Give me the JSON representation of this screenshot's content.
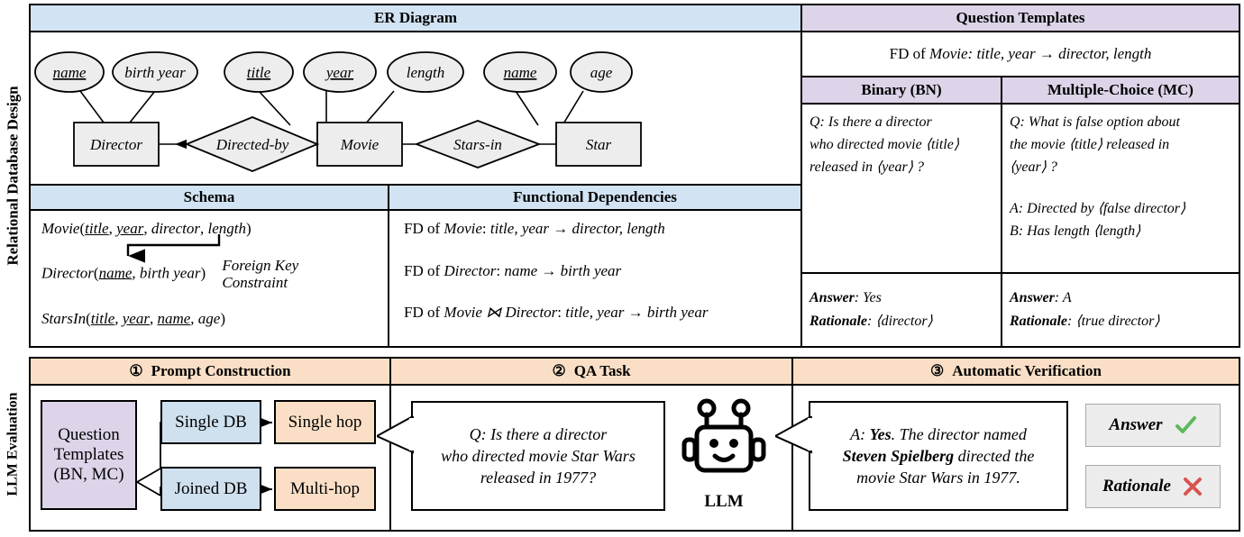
{
  "sides": {
    "top_label": "Relational Database Design",
    "bottom_label": "LLM Evaluation"
  },
  "er_diagram": {
    "title": "ER Diagram",
    "attributes": [
      {
        "label": "name",
        "key": true,
        "entity": "Director"
      },
      {
        "label": "birth year",
        "key": false,
        "entity": "Director"
      },
      {
        "label": "title",
        "key": true,
        "entity": "Movie"
      },
      {
        "label": "year",
        "key": true,
        "entity": "Movie"
      },
      {
        "label": "length",
        "key": false,
        "entity": "Movie"
      },
      {
        "label": "name",
        "key": true,
        "entity": "Star"
      },
      {
        "label": "age",
        "key": false,
        "entity": "Star"
      }
    ],
    "entities": [
      "Director",
      "Movie",
      "Star"
    ],
    "relationships": [
      "Directed-by",
      "Stars-in"
    ]
  },
  "schema": {
    "title": "Schema",
    "annotation_line1": "Foreign Key",
    "annotation_line2": "Constraint",
    "relations": [
      {
        "name": "Movie",
        "attrs": [
          {
            "label": "title",
            "key": true
          },
          {
            "label": "year",
            "key": true
          },
          {
            "label": "director",
            "key": false
          },
          {
            "label": "length",
            "key": false
          }
        ]
      },
      {
        "name": "Director",
        "attrs": [
          {
            "label": "name",
            "key": true
          },
          {
            "label": "birth year",
            "key": false
          }
        ]
      },
      {
        "name": "StarsIn",
        "attrs": [
          {
            "label": "title",
            "key": true
          },
          {
            "label": "year",
            "key": true
          },
          {
            "label": "name",
            "key": true
          },
          {
            "label": "age",
            "key": false
          }
        ]
      }
    ]
  },
  "functional_dependencies": {
    "title": "Functional Dependencies",
    "items": [
      {
        "prefix": "FD of ",
        "relation": "Movie",
        "sep": ": ",
        "body": "title, year → director, length"
      },
      {
        "prefix": "FD of ",
        "relation": "Director",
        "sep": ": ",
        "body": "name → birth year"
      },
      {
        "prefix": "FD of ",
        "relation": "Movie ⋈ Director",
        "sep": ": ",
        "body": "title, year → birth year"
      }
    ]
  },
  "question_templates": {
    "title": "Question Templates",
    "fd_banner_prefix": "FD of ",
    "fd_banner_relation": "Movie",
    "fd_banner_body": ": title, year → director, length",
    "columns": [
      {
        "header": "Binary (BN)",
        "question_lines": [
          "Q: Is there a director",
          "who directed movie ⟨title⟩",
          "released in ⟨year⟩ ?"
        ],
        "option_lines": [],
        "answer_label": "Answer",
        "answer_value": ": Yes",
        "rationale_label": "Rationale",
        "rationale_value": ": ⟨director⟩"
      },
      {
        "header": "Multiple-Choice (MC)",
        "question_lines": [
          "Q: What is false option about",
          "the movie ⟨title⟩ released in",
          "⟨year⟩ ?"
        ],
        "option_lines": [
          "A: Directed by ⟨false director⟩",
          "B: Has length ⟨length⟩"
        ],
        "answer_label": "Answer",
        "answer_value": ": A",
        "rationale_label": "Rationale",
        "rationale_value": ": ⟨true director⟩"
      }
    ]
  },
  "llm_evaluation": {
    "panels": [
      {
        "number": "①",
        "title": "Prompt Construction"
      },
      {
        "number": "②",
        "title": "QA Task"
      },
      {
        "number": "③",
        "title": "Automatic Verification"
      }
    ],
    "prompt_construction": {
      "templates_box": [
        "Question",
        "Templates",
        "(BN, MC)"
      ],
      "db_boxes": [
        "Single DB",
        "Joined DB"
      ],
      "hop_boxes": [
        "Single hop",
        "Multi-hop"
      ]
    },
    "qa_task": {
      "question_lines": [
        "Q: Is there a director",
        "who directed movie Star Wars",
        "released in 1977?"
      ],
      "model_label": "LLM"
    },
    "verification": {
      "answer_lines": [
        {
          "plain_a": "A: ",
          "bold": "Yes",
          "rest": ". The director named"
        },
        {
          "bold": "Steven Spielberg",
          "rest": " directed the"
        },
        {
          "rest": "movie Star Wars in 1977."
        }
      ],
      "badges": [
        {
          "label": "Answer",
          "mark": "check",
          "color": "#5cb85c"
        },
        {
          "label": "Rationale",
          "mark": "cross",
          "color": "#d9534f"
        }
      ]
    }
  },
  "colors": {
    "blue_header": "#d2e3f3",
    "purple_header": "#ddd4e9",
    "orange_header": "#fadfc6",
    "node_fill": "#ededed",
    "check_green": "#5cb85c",
    "cross_red": "#d9534f"
  }
}
